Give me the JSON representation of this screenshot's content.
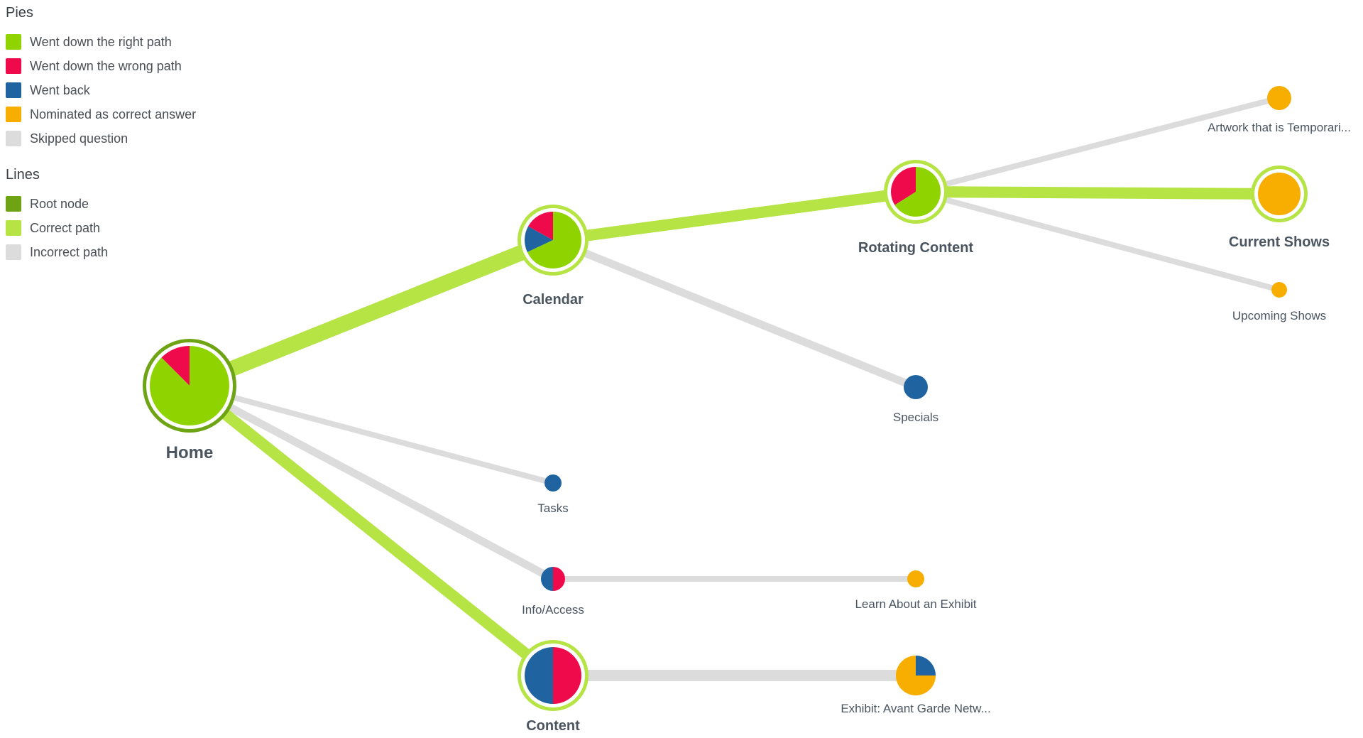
{
  "legend": {
    "pies_heading": "Pies",
    "pie_items": [
      {
        "label": "Went down the right path",
        "color": "#8fd400"
      },
      {
        "label": "Went down the wrong path",
        "color": "#ef0a4b"
      },
      {
        "label": "Went back",
        "color": "#1f64a0"
      },
      {
        "label": "Nominated as correct answer",
        "color": "#f7ae00"
      },
      {
        "label": "Skipped question",
        "color": "#dcdcdc"
      }
    ],
    "lines_heading": "Lines",
    "line_items": [
      {
        "label": "Root node",
        "color": "#6ea414"
      },
      {
        "label": "Correct path",
        "color": "#b5e444"
      },
      {
        "label": "Incorrect path",
        "color": "#dcdcdc"
      }
    ]
  },
  "colors": {
    "right": "#8fd400",
    "wrong": "#ef0a4b",
    "back": "#1f64a0",
    "nominated": "#f7ae00",
    "skipped": "#dcdcdc",
    "root_ring": "#6ea414",
    "correct_ring": "#b5e444",
    "correct_line": "#b5e444",
    "incorrect_line": "#dcdcdc"
  },
  "nodes": [
    {
      "id": "home",
      "label": "Home",
      "role": "root",
      "emphasis": "primary",
      "pie": {
        "right": 0.875,
        "wrong": 0.125
      }
    },
    {
      "id": "calendar",
      "label": "Calendar",
      "role": "correct",
      "emphasis": "primary",
      "pie": {
        "right": 0.68,
        "wrong": 0.17,
        "back": 0.15
      }
    },
    {
      "id": "rotating",
      "label": "Rotating Content",
      "role": "correct",
      "emphasis": "primary",
      "pie": {
        "right": 0.66,
        "wrong": 0.34
      }
    },
    {
      "id": "current_shows",
      "label": "Current Shows",
      "role": "correct",
      "emphasis": "primary",
      "pie": {
        "nominated": 1.0
      }
    },
    {
      "id": "artwork",
      "label": "Artwork that is Temporari...",
      "role": "plain",
      "emphasis": "secondary",
      "pie": {
        "nominated": 1.0
      }
    },
    {
      "id": "upcoming",
      "label": "Upcoming Shows",
      "role": "plain",
      "emphasis": "secondary",
      "pie": {
        "nominated": 1.0
      }
    },
    {
      "id": "specials",
      "label": "Specials",
      "role": "plain",
      "emphasis": "secondary",
      "pie": {
        "back": 1.0
      }
    },
    {
      "id": "tasks",
      "label": "Tasks",
      "role": "plain",
      "emphasis": "secondary",
      "pie": {
        "back": 1.0
      }
    },
    {
      "id": "info_access",
      "label": "Info/Access",
      "role": "plain",
      "emphasis": "secondary",
      "pie": {
        "wrong": 0.5,
        "back": 0.5
      }
    },
    {
      "id": "learn_exhibit",
      "label": "Learn About an Exhibit",
      "role": "plain",
      "emphasis": "secondary",
      "pie": {
        "nominated": 1.0
      }
    },
    {
      "id": "content",
      "label": "Content",
      "role": "correct",
      "emphasis": "primary",
      "pie": {
        "wrong": 0.5,
        "back": 0.5
      }
    },
    {
      "id": "exhibit_avant",
      "label": "Exhibit: Avant Garde Netw...",
      "role": "plain",
      "emphasis": "secondary",
      "pie": {
        "back": 0.25,
        "nominated": 0.75
      }
    }
  ],
  "edges": [
    {
      "from": "home",
      "to": "calendar",
      "type": "correct",
      "weight": 4
    },
    {
      "from": "home",
      "to": "tasks",
      "type": "incorrect",
      "weight": 1
    },
    {
      "from": "home",
      "to": "info_access",
      "type": "incorrect",
      "weight": 2
    },
    {
      "from": "home",
      "to": "content",
      "type": "correct",
      "weight": 3
    },
    {
      "from": "calendar",
      "to": "rotating",
      "type": "correct",
      "weight": 3
    },
    {
      "from": "calendar",
      "to": "specials",
      "type": "incorrect",
      "weight": 2
    },
    {
      "from": "rotating",
      "to": "artwork",
      "type": "incorrect",
      "weight": 1
    },
    {
      "from": "rotating",
      "to": "current_shows",
      "type": "correct",
      "weight": 3
    },
    {
      "from": "rotating",
      "to": "upcoming",
      "type": "incorrect",
      "weight": 1
    },
    {
      "from": "info_access",
      "to": "learn_exhibit",
      "type": "incorrect",
      "weight": 1
    },
    {
      "from": "content",
      "to": "exhibit_avant",
      "type": "incorrect",
      "weight": 3
    }
  ]
}
